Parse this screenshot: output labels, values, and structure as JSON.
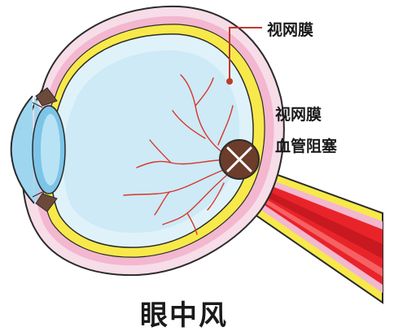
{
  "labels": {
    "retina": "视网膜",
    "occlusion_line1": "视网膜",
    "occlusion_line2": "血管阻塞"
  },
  "caption": "眼中风",
  "colors": {
    "outer_sclera": "#f6dde8",
    "sclera_outline": "#2b2b2b",
    "choroid": "#f3b7cf",
    "retina": "#f7e94a",
    "vitreous": "#dff2f9",
    "vitreous_inner": "#bfe4f3",
    "cornea": "#9fd6ef",
    "vessel": "#d9352a",
    "occlusion_fill": "#6b3d2a",
    "occlusion_mark": "#ffffff",
    "leader_line": "#c0392b",
    "optic_nerve_red": "#e8242a",
    "optic_nerve_dark": "#b3121a"
  },
  "icons": {
    "occlusion_marker": "x-circle-icon"
  }
}
